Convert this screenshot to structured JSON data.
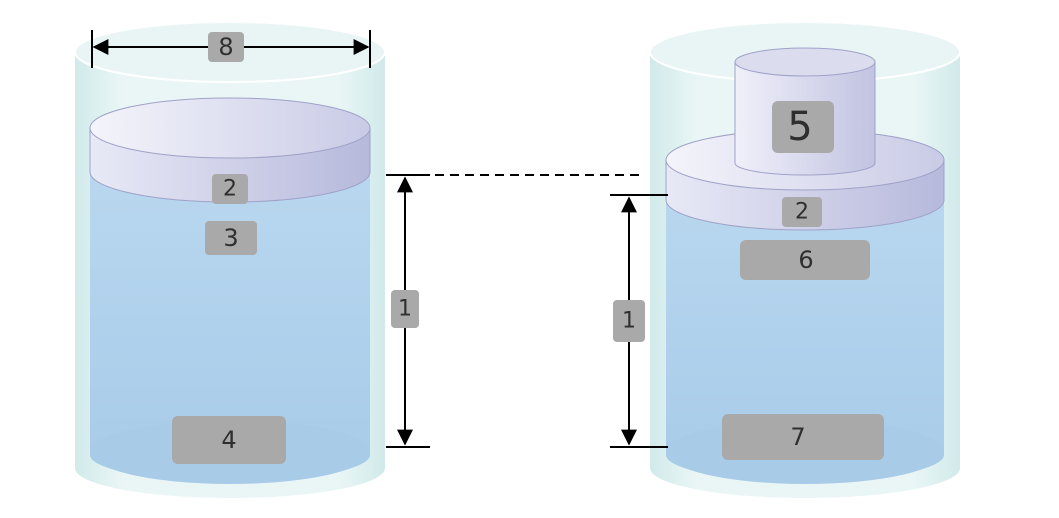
{
  "labels": {
    "l1_left": "1",
    "l1_right": "1",
    "l2_left": "2",
    "l2_right": "2",
    "l3": "3",
    "l4": "4",
    "l5": "5",
    "l6": "6",
    "l7": "7",
    "l8": "8"
  },
  "colors": {
    "water": "#b6d6ee",
    "glass": "#d5ecec",
    "disk_top": "#e6e7f4",
    "disk_side": "#c4c6e2",
    "label_box": "#a9a9a9",
    "line": "#000000"
  }
}
